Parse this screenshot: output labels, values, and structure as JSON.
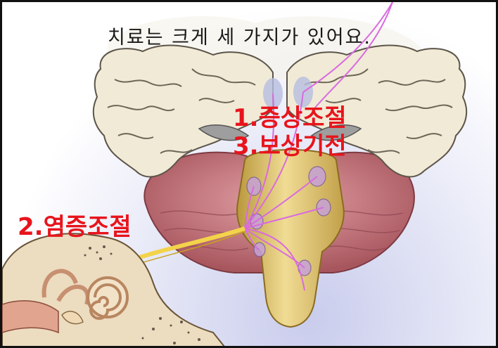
{
  "caption": "치료는 크게 세 가지가 있어요.",
  "labels": {
    "symptom_control": "1.증상조절",
    "compensation": "3.보상기전",
    "inflammation_control": "2.염증조절"
  },
  "colors": {
    "label_red": "#e8141c",
    "nerve_pink": "#d86be0",
    "brain_cream": "#f1ead6",
    "brainstem_gold": "#e2c877"
  }
}
